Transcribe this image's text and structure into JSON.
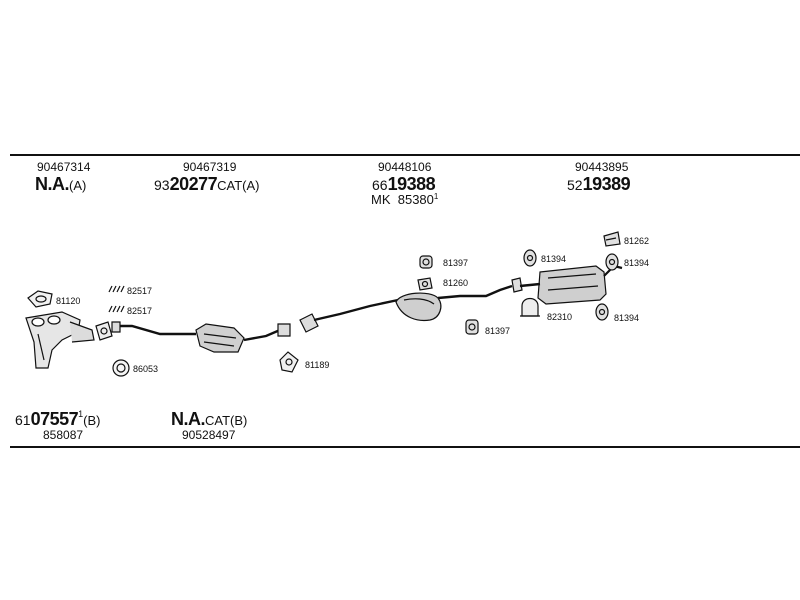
{
  "top": {
    "items": [
      {
        "number": "90467314",
        "code_prefix": "",
        "code_main": "N.A.",
        "code_suffix": "(A)",
        "code_sup": ""
      },
      {
        "number": "90467319",
        "code_prefix": "93",
        "code_main": "20277",
        "code_suffix": "CAT(A)",
        "code_sup": ""
      },
      {
        "number": "90448106",
        "code_prefix": "66",
        "code_main": "19388",
        "code_suffix": "",
        "code_sup": ""
      },
      {
        "number": "90443895",
        "code_prefix": "52",
        "code_main": "19389",
        "code_suffix": "",
        "code_sup": ""
      }
    ],
    "mk_label": "MK",
    "mk_number": "85380",
    "mk_sup": "1"
  },
  "bottom": {
    "items": [
      {
        "number": "858087",
        "code_prefix": "61",
        "code_main": "07557",
        "code_suffix": "(B)",
        "code_sup": "1"
      },
      {
        "number": "90528497",
        "code_prefix": "",
        "code_main": "N.A.",
        "code_suffix": "CAT(B)",
        "code_sup": ""
      }
    ]
  },
  "parts": {
    "p81120": "81120",
    "p82517a": "82517",
    "p82517b": "82517",
    "p86053": "86053",
    "p81189": "81189",
    "p81397a": "81397",
    "p81260": "81260",
    "p81397b": "81397",
    "p81394a": "81394",
    "p81262": "81262",
    "p81394b": "81394",
    "p82310": "82310",
    "p81394c": "81394"
  }
}
